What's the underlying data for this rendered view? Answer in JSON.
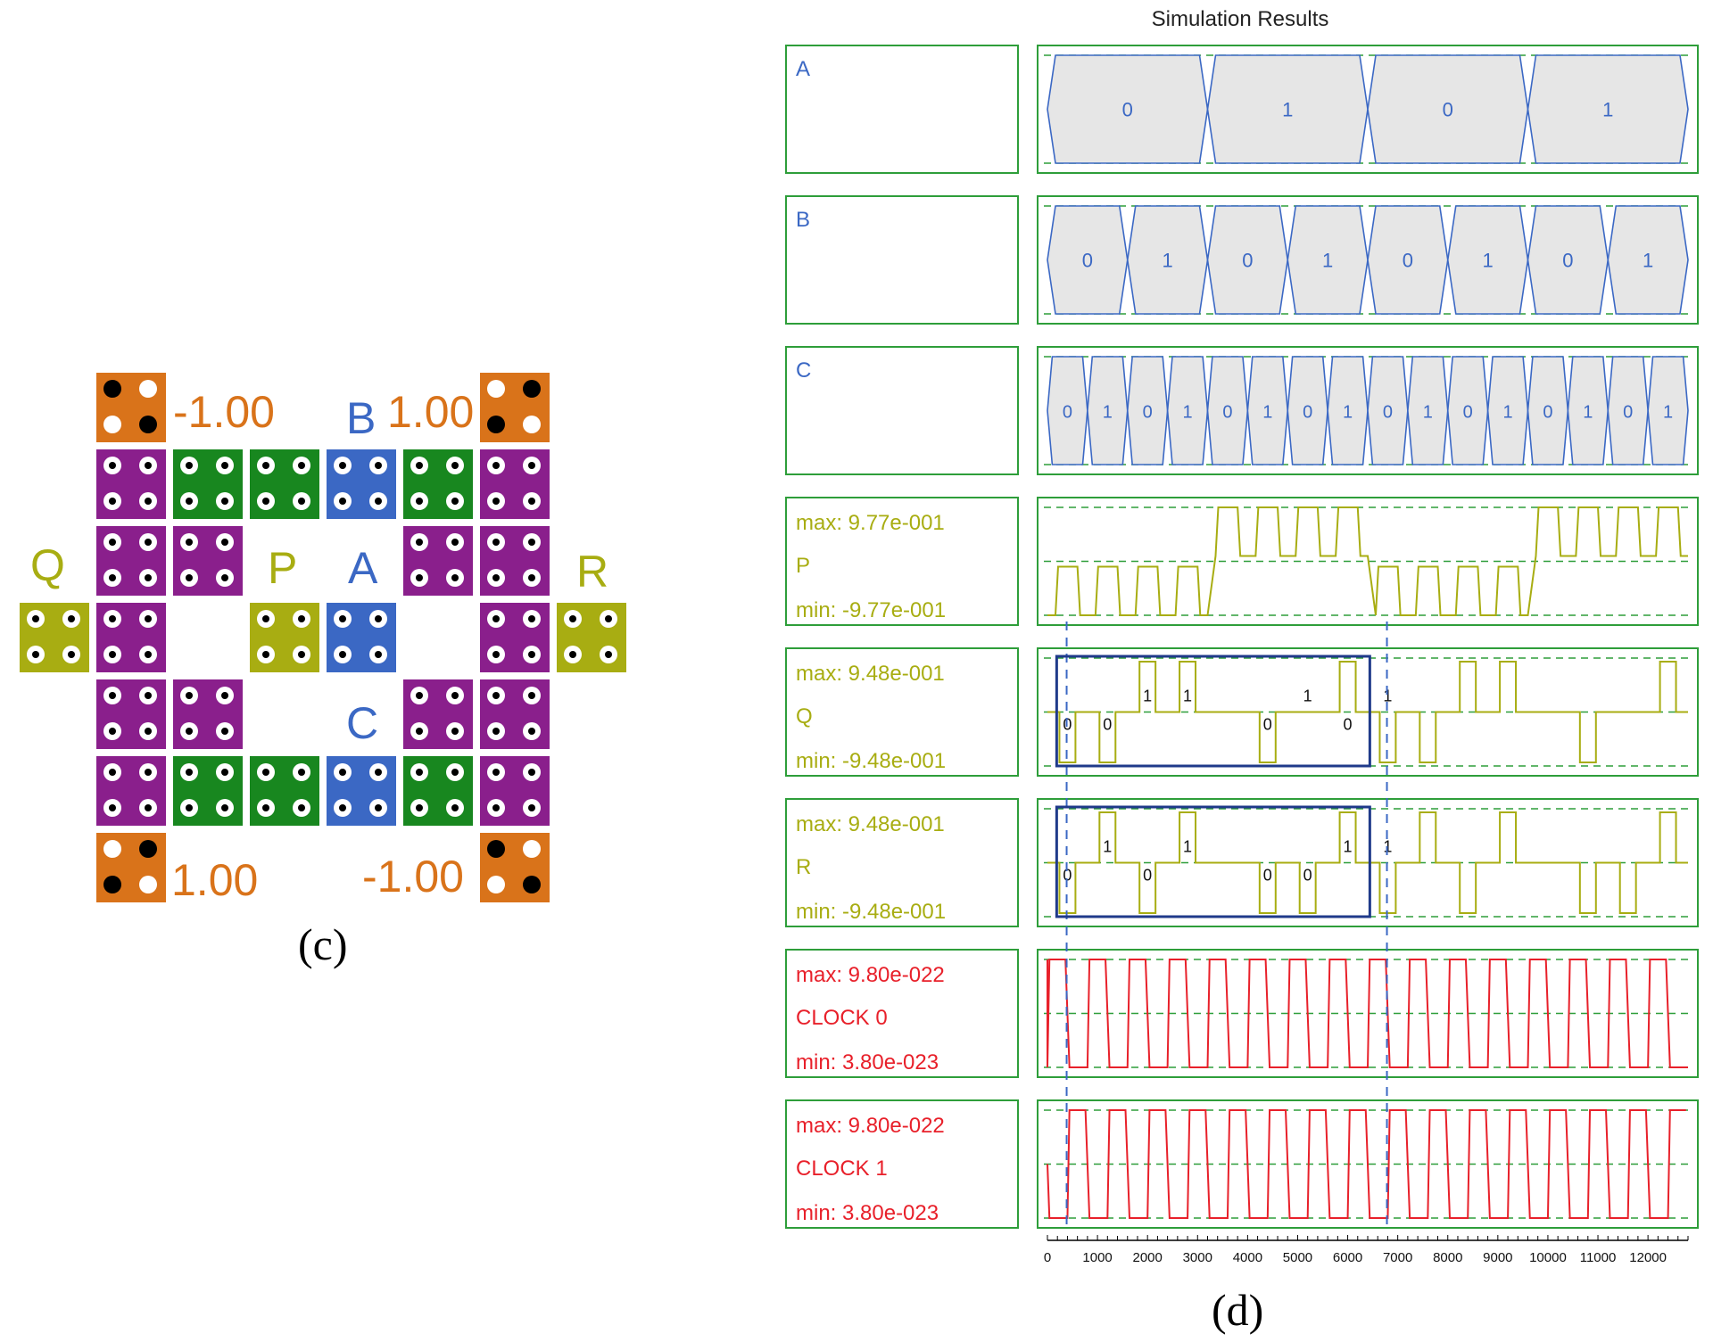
{
  "colors": {
    "orange": "#d9731a",
    "purple": "#8a1f8c",
    "green": "#18871f",
    "blue": "#3b68c4",
    "olive": "#a8ad12",
    "frame_green": "#2e9e3a",
    "signal_blue": "#3b68c4",
    "signal_olive": "#a8ad12",
    "signal_red": "#e8202a",
    "window_navy": "#1f3a8a",
    "wave_fill": "#e6e6e6"
  },
  "layout_diagram": {
    "caption": "(c)",
    "labels": {
      "q": "Q",
      "p": "P",
      "a": "A",
      "r": "R",
      "b": "B",
      "c": "C",
      "tl_value": "-1.00",
      "tr_value": "1.00",
      "bl_value": "1.00",
      "br_value": "-1.00"
    }
  },
  "simulation": {
    "title": "Simulation Results",
    "caption": "(d)",
    "signals": [
      {
        "id": "A",
        "name": "A",
        "kind": "bus",
        "values": [
          "0",
          "1",
          "0",
          "1"
        ]
      },
      {
        "id": "B",
        "name": "B",
        "kind": "bus",
        "values": [
          "0",
          "1",
          "0",
          "1",
          "0",
          "1",
          "0",
          "1"
        ]
      },
      {
        "id": "C",
        "name": "C",
        "kind": "bus",
        "values": [
          "0",
          "1",
          "0",
          "1",
          "0",
          "1",
          "0",
          "1",
          "0",
          "1",
          "0",
          "1",
          "0",
          "1",
          "0",
          "1"
        ]
      },
      {
        "id": "P",
        "name": "P",
        "kind": "analog",
        "max": "max: 9.77e-001",
        "min": "min: -9.77e-001"
      },
      {
        "id": "Q",
        "name": "Q",
        "kind": "analog",
        "max": "max: 9.48e-001",
        "min": "min: -9.48e-001",
        "bit_labels": [
          "0",
          "0",
          "1",
          "1",
          "0",
          "1",
          "0",
          "1"
        ]
      },
      {
        "id": "R",
        "name": "R",
        "kind": "analog",
        "max": "max: 9.48e-001",
        "min": "min: -9.48e-001",
        "bit_labels": [
          "0",
          "1",
          "0",
          "1",
          "0",
          "0",
          "1",
          "1"
        ]
      },
      {
        "id": "CLOCK0",
        "name": "CLOCK 0",
        "kind": "clock",
        "max": "max: 9.80e-022",
        "min": "min: 3.80e-023"
      },
      {
        "id": "CLOCK1",
        "name": "CLOCK 1",
        "kind": "clock",
        "max": "max: 9.80e-022",
        "min": "min: 3.80e-023"
      }
    ],
    "axis": {
      "ticks": [
        "0",
        "1000",
        "2000",
        "3000",
        "4000",
        "5000",
        "6000",
        "7000",
        "8000",
        "9000",
        "10000",
        "11000",
        "12000"
      ],
      "max": 12800
    }
  }
}
